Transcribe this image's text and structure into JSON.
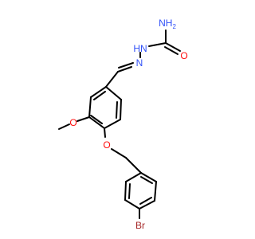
{
  "molecule": {
    "atoms": {
      "nh2": {
        "text": "NH",
        "sub": "2",
        "color": "#3050F8"
      },
      "o_carbonyl": {
        "text": "O",
        "color": "#FF0D0D"
      },
      "nh": {
        "text": "HN",
        "color": "#3050F8"
      },
      "n_imine": {
        "text": "N",
        "color": "#3050F8"
      },
      "o_methoxy": {
        "text": "O",
        "color": "#FF0D0D"
      },
      "o_ether": {
        "text": "O",
        "color": "#FF0D0D"
      },
      "br": {
        "text": "Br",
        "color": "#A62929"
      }
    },
    "bond_color": "#000000"
  }
}
